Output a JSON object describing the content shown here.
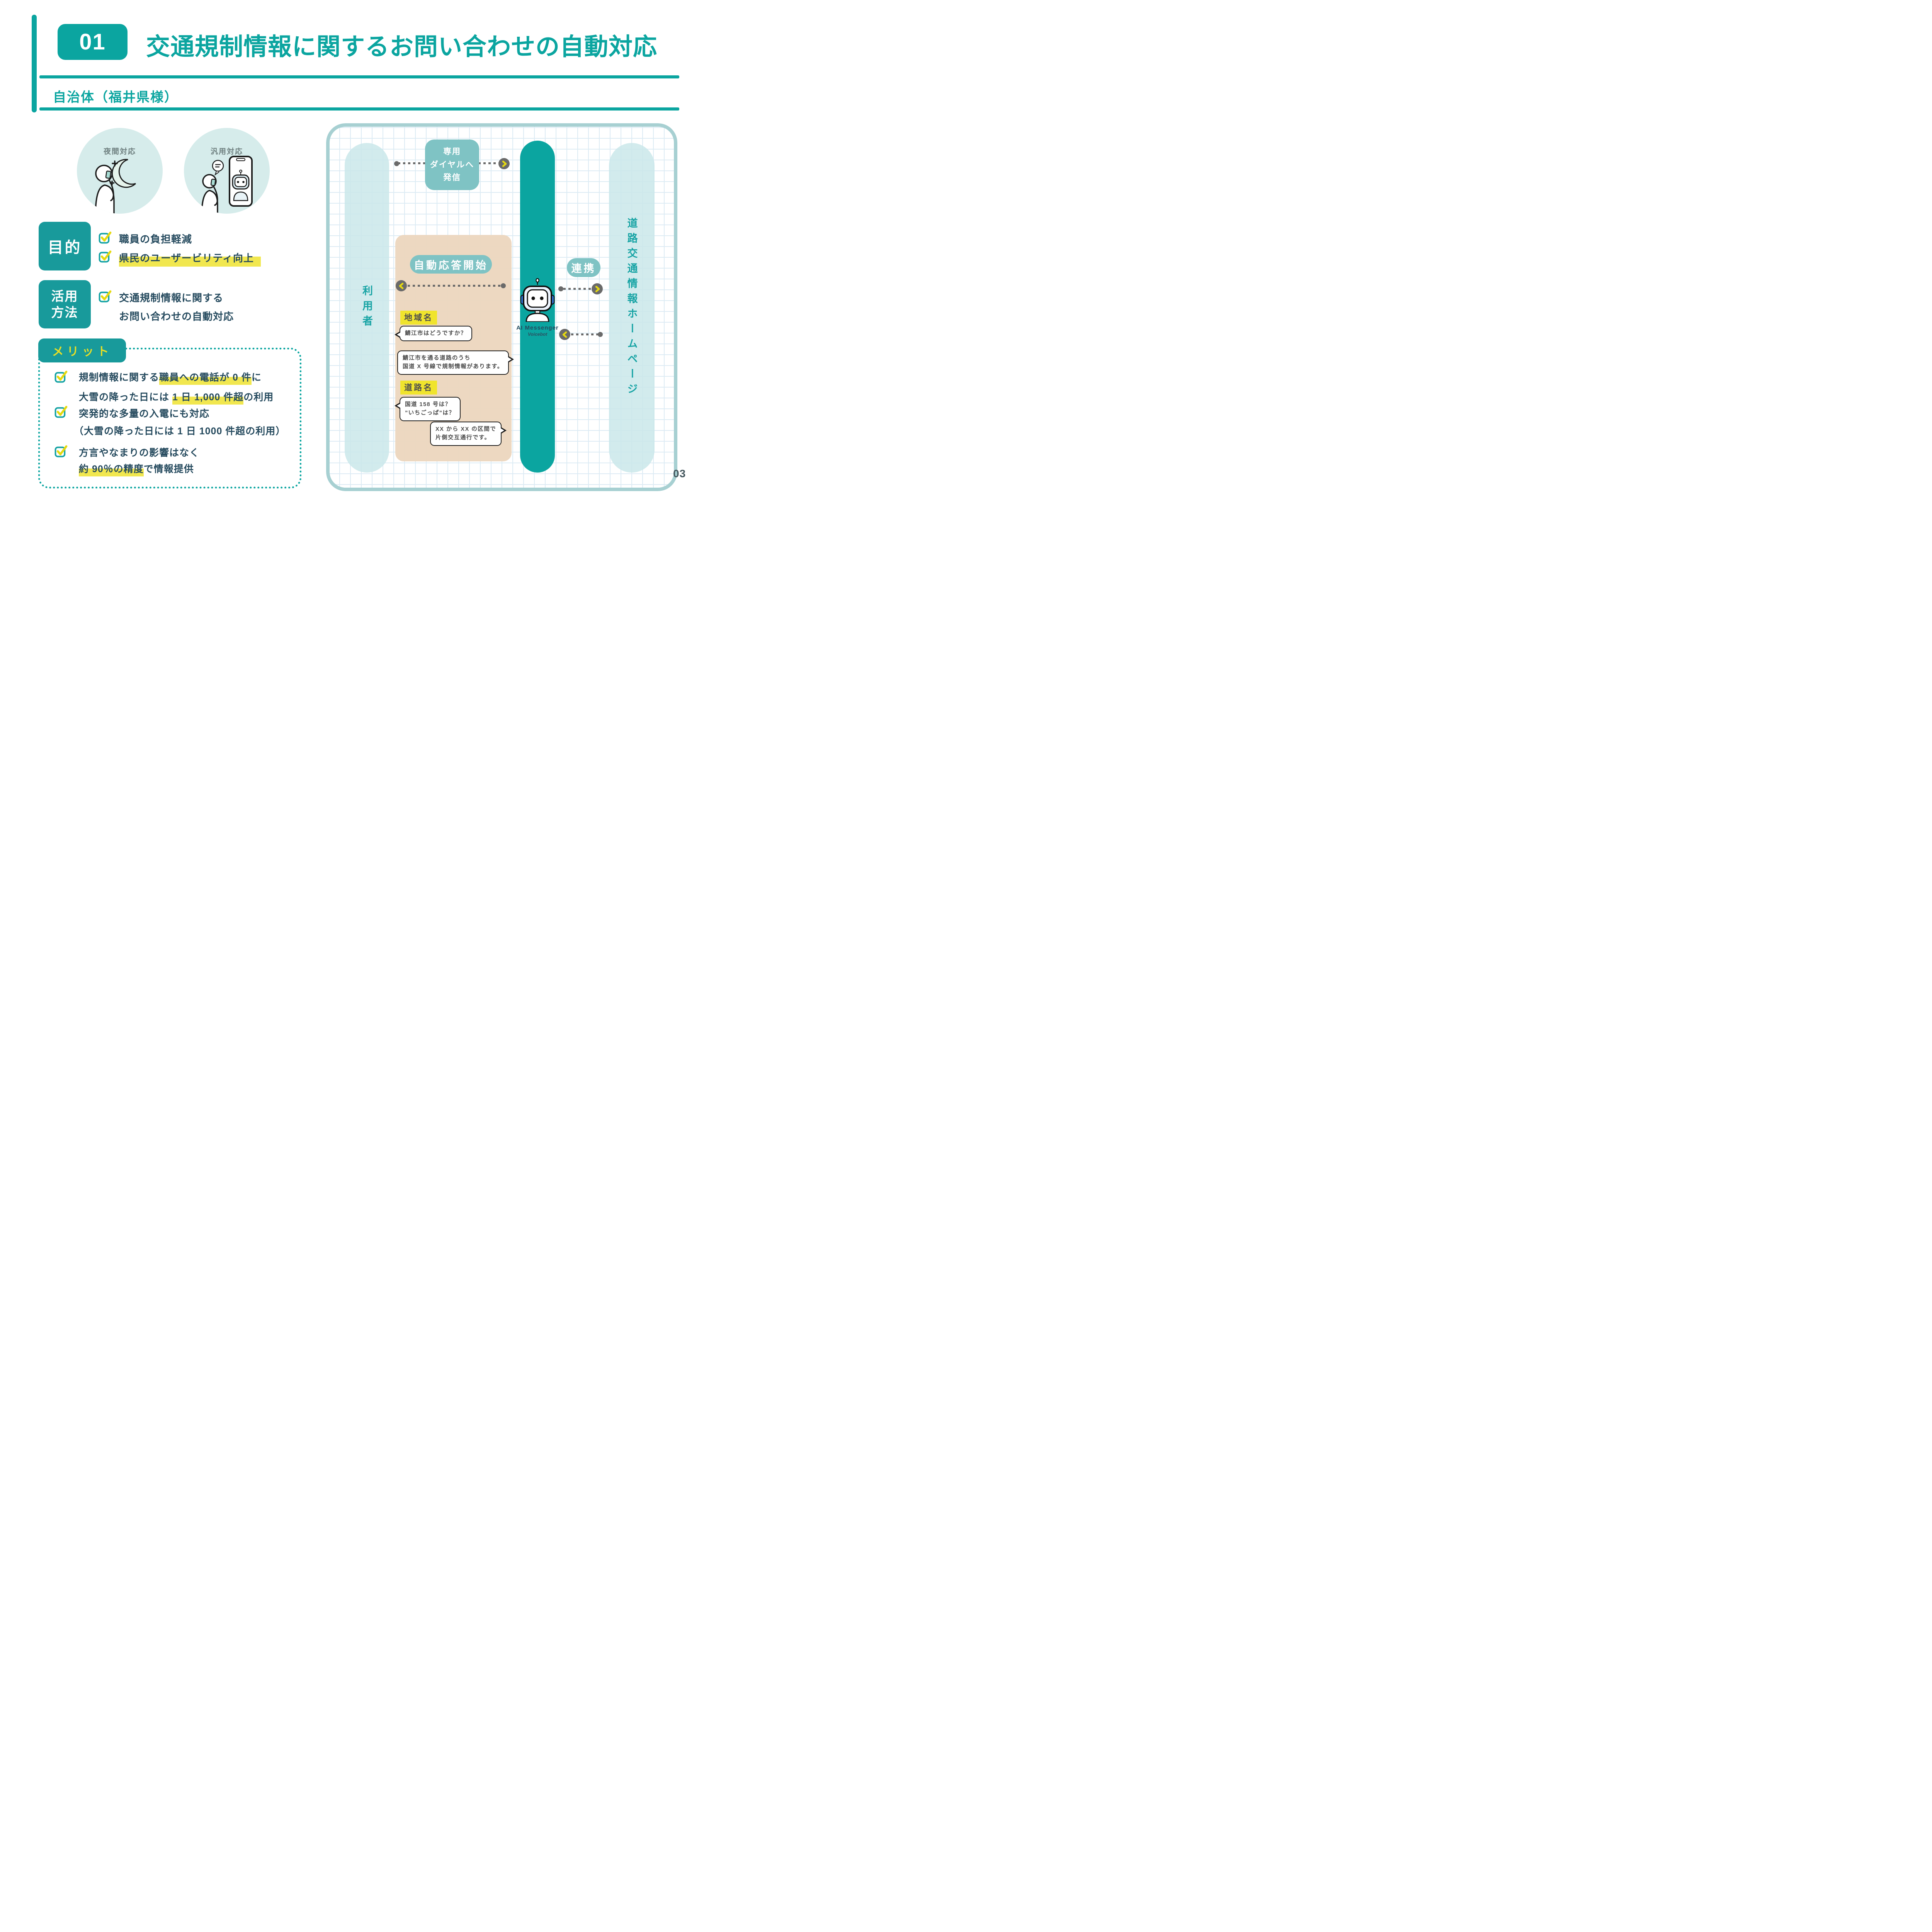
{
  "colors": {
    "accent": "#0ba5a0",
    "soft_teal": "#7fc3c4",
    "panel_border": "#a7d0d2",
    "beige": "#ecd6be",
    "highlight_yellow": "#f1e74f",
    "tag_yellow": "#f0e42d",
    "check_yellow": "#e5d90f",
    "dark_text": "#254a5e",
    "gray_text": "#6f8080",
    "arrow_gray": "#6a6a6a"
  },
  "header": {
    "badge": "01",
    "title": "交通規制情報に関するお問い合わせの自動対応",
    "subtitle": "自治体（福井県様）"
  },
  "features": [
    {
      "label": "夜間対応"
    },
    {
      "label": "汎用対応"
    }
  ],
  "purpose": {
    "label": "目的",
    "items": [
      {
        "text": "職員の負担軽減"
      },
      {
        "text": "県民のユーザービリティ向上"
      }
    ]
  },
  "usage": {
    "label_line1": "活用",
    "label_line2": "方法",
    "text_line1": "交通規制情報に関する",
    "text_line2": "お問い合わせの自動対応"
  },
  "merits": {
    "label": "メリット",
    "items": [
      {
        "lines": [
          {
            "pre": "規制情報に関する",
            "hl": "職員への電話が 0 件",
            "post": "に"
          },
          {
            "pre": "大雪の降った日には ",
            "hl": "1 日 1,000 件超",
            "post": "の利用"
          }
        ]
      },
      {
        "lines": [
          {
            "pre": "突発的な多量の入電にも対応",
            "hl": "",
            "post": ""
          },
          {
            "pre": "（大雪の降った日には 1 日 1000 件超の利用）",
            "hl": "",
            "post": ""
          }
        ]
      },
      {
        "lines": [
          {
            "pre": "方言やなまりの影響はなく",
            "hl": "",
            "post": ""
          },
          {
            "pre": "",
            "hl": "約 90％の精度",
            "post": "で情報提供"
          }
        ]
      }
    ]
  },
  "diagram": {
    "user_pill": "利用者",
    "homepage_pill": "道路交通情報ホームページ",
    "dial_box": {
      "line1": "専用",
      "line2": "ダイヤルへ",
      "line3": "発信"
    },
    "response_label": "自動応答開始",
    "link_label": "連携",
    "bot": {
      "name": "AI Messenger",
      "variant": "Voicebot"
    },
    "chat": {
      "region_label": "地域名",
      "user_bubble1": "鯖江市はどうですか？",
      "bot_bubble1_line1": "鯖江市を通る道路のうち",
      "bot_bubble1_line2": "国道 X 号線で規制情報があります。",
      "road_label": "道路名",
      "user_bubble2_line1": "国道 158 号は？",
      "user_bubble2_line2": "”いちごっぱ”は？",
      "bot_bubble2_line1": "XX から XX の区間で",
      "bot_bubble2_line2": "片側交互通行です。"
    }
  },
  "page_number": "03"
}
